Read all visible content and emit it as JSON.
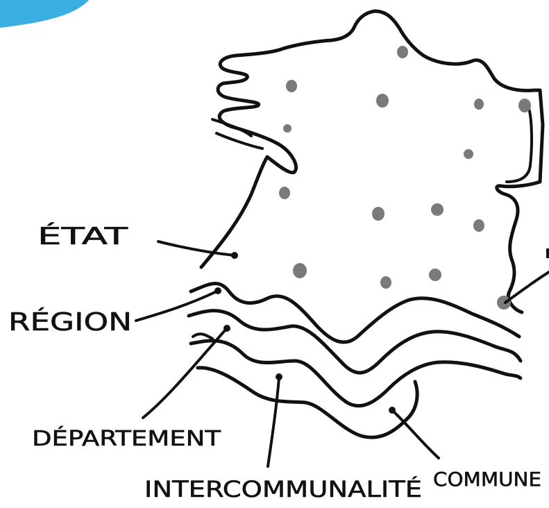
{
  "labels": {
    "etat": "ÉTAT",
    "region": "RÉGION",
    "departement": "DÉPARTEMENT",
    "intercommunalite": "INTERCOMMUNALITÉ",
    "commune": "COMMUNE"
  },
  "colors": {
    "ink": "#111111",
    "dot": "#7a7a7a",
    "corner_blob": "#3aaee0",
    "background": "#ffffff"
  }
}
